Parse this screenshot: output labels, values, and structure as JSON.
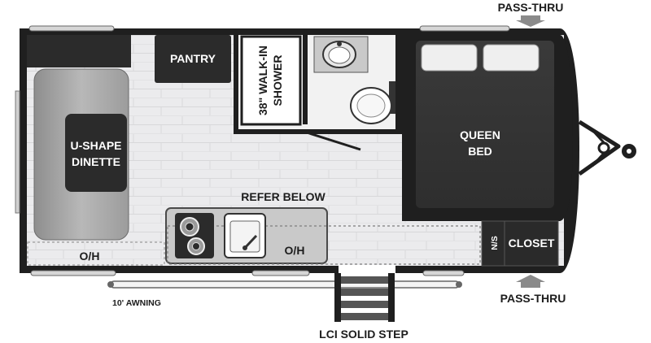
{
  "floorplan": {
    "labels": {
      "pass_thru_top": "PASS-THRU",
      "pass_thru_bottom": "PASS-THRU",
      "pantry": "PANTRY",
      "shower_line1": "38\" WALK-IN",
      "shower_line2": "SHOWER",
      "queen_bed_line1": "QUEEN",
      "queen_bed_line2": "BED",
      "dinette_line1": "U-SHAPE",
      "dinette_line2": "DINETTE",
      "refer_below": "REFER BELOW",
      "oh_left": "O/H",
      "oh_right": "O/H",
      "ns": "N/S",
      "closet": "CLOSET",
      "awning": "10' AWNING",
      "step": "LCI SOLID STEP"
    },
    "colors": {
      "wall": "#1f1f1f",
      "floor": "#e9e9eb",
      "floor_line": "#d6d6d8",
      "cabinet": "#2b2b2b",
      "dinette_cushion": "#a9a9a9",
      "counter": "#c9c9c9",
      "arrow": "#8a8a8a"
    }
  }
}
